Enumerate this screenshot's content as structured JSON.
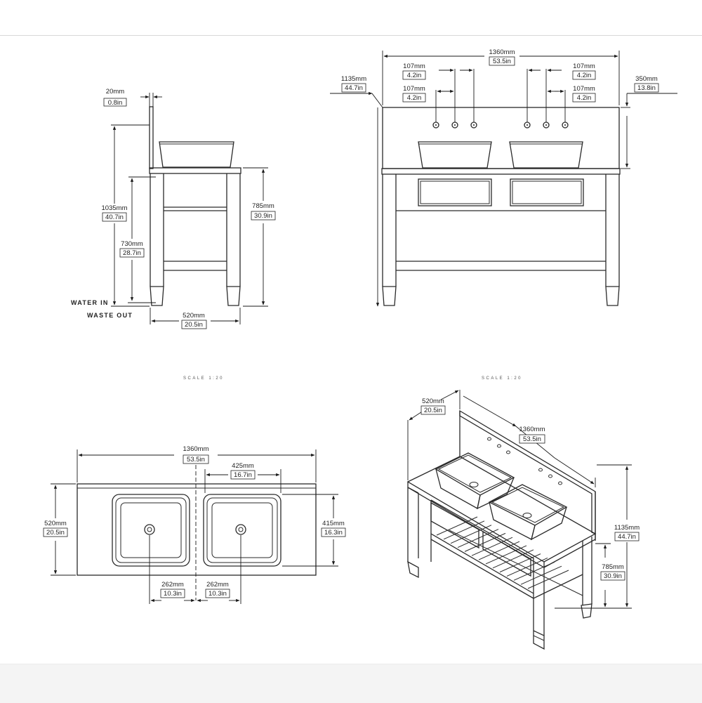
{
  "side_view": {
    "thickness": {
      "mm": "20mm",
      "inch": "0.8in"
    },
    "total_height": {
      "mm": "1035mm",
      "inch": "40.7in"
    },
    "connection_height": {
      "mm": "730mm",
      "inch": "28.7in"
    },
    "counter_height": {
      "mm": "785mm",
      "inch": "30.9in"
    },
    "depth": {
      "mm": "520mm",
      "inch": "20.5in"
    },
    "water_in_label": "WATER IN",
    "waste_out_label": "WASTE OUT",
    "scale_label": "SCALE 1:20"
  },
  "front_view": {
    "width": {
      "mm": "1360mm",
      "inch": "53.5in"
    },
    "height": {
      "mm": "1135mm",
      "inch": "44.7in"
    },
    "backsplash": {
      "mm": "350mm",
      "inch": "13.8in"
    },
    "tap_left_outer": {
      "mm": "107mm",
      "inch": "4.2in"
    },
    "tap_left_inner": {
      "mm": "107mm",
      "inch": "4.2in"
    },
    "tap_right_outer": {
      "mm": "107mm",
      "inch": "4.2in"
    },
    "tap_right_inner": {
      "mm": "107mm",
      "inch": "4.2in"
    },
    "scale_label": "SCALE 1:20"
  },
  "plan_view": {
    "width": {
      "mm": "1360mm",
      "inch": "53.5in"
    },
    "basin_width": {
      "mm": "425mm",
      "inch": "16.7in"
    },
    "depth": {
      "mm": "520mm",
      "inch": "20.5in"
    },
    "basin_depth": {
      "mm": "415mm",
      "inch": "16.3in"
    },
    "offset_left": {
      "mm": "262mm",
      "inch": "10.3in"
    },
    "offset_right": {
      "mm": "262mm",
      "inch": "10.3in"
    }
  },
  "iso_view": {
    "depth": {
      "mm": "520mm",
      "inch": "20.5in"
    },
    "width": {
      "mm": "1360mm",
      "inch": "53.5in"
    },
    "height": {
      "mm": "1135mm",
      "inch": "44.7in"
    },
    "counter_height": {
      "mm": "785mm",
      "inch": "30.9in"
    }
  }
}
